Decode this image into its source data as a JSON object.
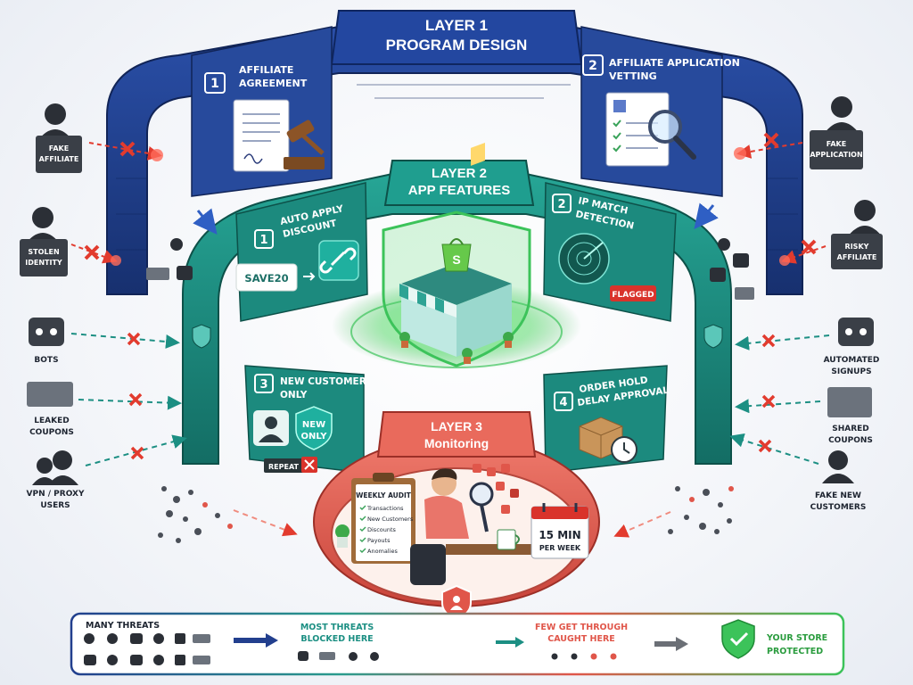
{
  "layer1": {
    "title_line1": "LAYER 1",
    "title_line2": "PROGRAM DESIGN",
    "item1": {
      "num": "1",
      "line1": "AFFILIATE",
      "line2": "AGREEMENT"
    },
    "item2": {
      "num": "2",
      "line1": "AFFILIATE APPLICATION",
      "line2": "VETTING"
    }
  },
  "layer2": {
    "title_line1": "LAYER 2",
    "title_line2": "APP FEATURES",
    "item1": {
      "num": "1",
      "line1": "AUTO APPLY",
      "line2": "DISCOUNT",
      "coupon": "SAVE20"
    },
    "item2": {
      "num": "2",
      "line1": "IP MATCH",
      "line2": "DETECTION",
      "flag": "FLAGGED"
    },
    "item3": {
      "num": "3",
      "line1": "NEW CUSTOMER",
      "line2": "ONLY",
      "badge_line1": "NEW",
      "badge_line2": "ONLY",
      "repeat": "REPEAT"
    },
    "item4": {
      "num": "4",
      "line1": "ORDER HOLD",
      "line2": "DELAY APPROVAL"
    }
  },
  "layer3": {
    "title_line1": "LAYER 3",
    "title_line2": "Monitoring",
    "audit": {
      "title": "WEEKLY AUDIT",
      "items": [
        "Transactions",
        "New Customers",
        "Discounts",
        "Payouts",
        "Anomalies"
      ]
    },
    "calendar_line1": "15 MIN",
    "calendar_line2": "PER WEEK"
  },
  "threats_left": [
    {
      "line1": "FAKE",
      "line2": "AFFILIATE"
    },
    {
      "line1": "STOLEN",
      "line2": "IDENTITY"
    },
    {
      "line1": "BOTS",
      "line2": ""
    },
    {
      "line1": "LEAKED",
      "line2": "COUPONS"
    },
    {
      "line1": "VPN / PROXY",
      "line2": "USERS"
    }
  ],
  "threats_right": [
    {
      "line1": "FAKE",
      "line2": "APPLICATION"
    },
    {
      "line1": "RISKY",
      "line2": "AFFILIATE"
    },
    {
      "line1": "AUTOMATED",
      "line2": "SIGNUPS"
    },
    {
      "line1": "SHARED",
      "line2": "COUPONS"
    },
    {
      "line1": "FAKE NEW",
      "line2": "CUSTOMERS"
    }
  ],
  "legend": {
    "many": "MANY THREATS",
    "most_line1": "MOST THREATS",
    "most_line2": "BLOCKED HERE",
    "few_line1": "FEW GET THROUGH",
    "few_line2": "CAUGHT HERE",
    "store_line1": "YOUR STORE",
    "store_line2": "PROTECTED"
  },
  "colors": {
    "layer1_navy": "#1f3f8f",
    "layer2_teal": "#1c8f83",
    "layer3_red": "#e0564a",
    "store_green": "#3cc35a",
    "block_red": "#e23b2e"
  }
}
